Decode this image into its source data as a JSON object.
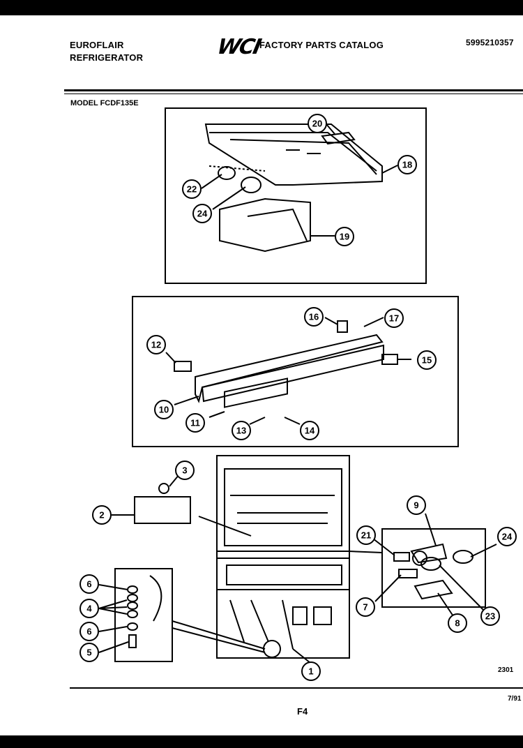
{
  "header": {
    "brand_line1": "EUROFLAIR",
    "brand_line2": "REFRIGERATOR",
    "logo": "WCI",
    "catalog_title": "FACTORY PARTS CATALOG",
    "catalog_number": "5995210357",
    "model": "MODEL FCDF135E"
  },
  "callouts": {
    "c20": "20",
    "c18": "18",
    "c22": "22",
    "c24a": "24",
    "c19": "19",
    "c16": "16",
    "c17": "17",
    "c12": "12",
    "c15": "15",
    "c10": "10",
    "c11": "11",
    "c13": "13",
    "c14": "14",
    "c3": "3",
    "c2": "2",
    "c9": "9",
    "c21": "21",
    "c24b": "24",
    "c6a": "6",
    "c4": "4",
    "c6b": "6",
    "c5": "5",
    "c7": "7",
    "c23": "23",
    "c8": "8",
    "c1": "1"
  },
  "footer": {
    "code": "2301",
    "date": "7/91",
    "page": "F4"
  }
}
